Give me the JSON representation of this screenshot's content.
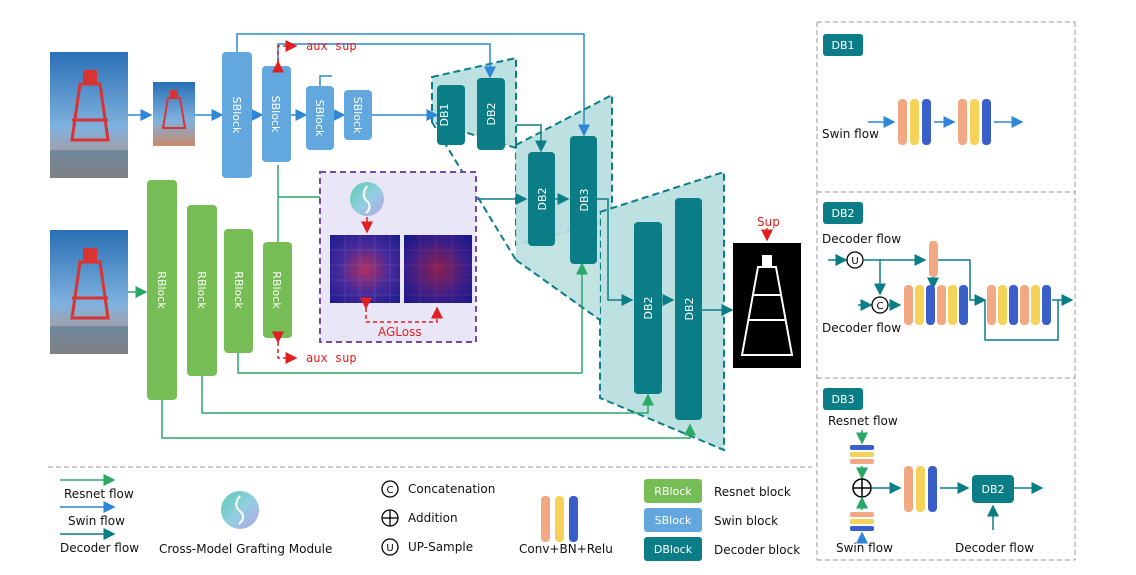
{
  "blocks": {
    "sblock": "SBlock",
    "rblock": "RBlock",
    "db1": "DB1",
    "db2": "DB2",
    "db3": "DB3"
  },
  "labels": {
    "aux_sup": "aux sup",
    "agloss": "AGLoss",
    "sup": "Sup"
  },
  "panels": {
    "db1": {
      "title": "DB1",
      "swin_flow": "Swin flow"
    },
    "db2": {
      "title": "DB2",
      "decoder_flow_top": "Decoder flow",
      "decoder_flow_bottom": "Decoder flow"
    },
    "db3": {
      "title": "DB3",
      "resnet_flow": "Resnet flow",
      "swin_flow": "Swin flow",
      "decoder_flow": "Decoder flow",
      "inner_block": "DB2"
    }
  },
  "legend": {
    "resnet_flow": "Resnet flow",
    "swin_flow": "Swin flow",
    "decoder_flow": "Decoder flow",
    "grafting_module": "Cross-Model Grafting Module",
    "concat_symbol": "C",
    "concatenation": "Concatenation",
    "addition": "Addition",
    "upsample_symbol": "U",
    "upsample": "UP-Sample",
    "conv": "Conv+BN+Relu",
    "rblock_tag": "RBlock",
    "rblock_desc": "Resnet block",
    "sblock_tag": "SBlock",
    "sblock_desc": "Swin block",
    "dblock_tag": "DBlock",
    "dblock_desc": "Decoder block"
  },
  "colors": {
    "resnet": "#2aa866",
    "swin": "#2f86d6",
    "decoder": "#0b7d86",
    "sblock": "#62a8de",
    "rblock": "#77bd55",
    "aux": "#e02020",
    "conv_orange": "#f2a882",
    "conv_yellow": "#f5d25a",
    "conv_blue": "#3a5fc9"
  }
}
